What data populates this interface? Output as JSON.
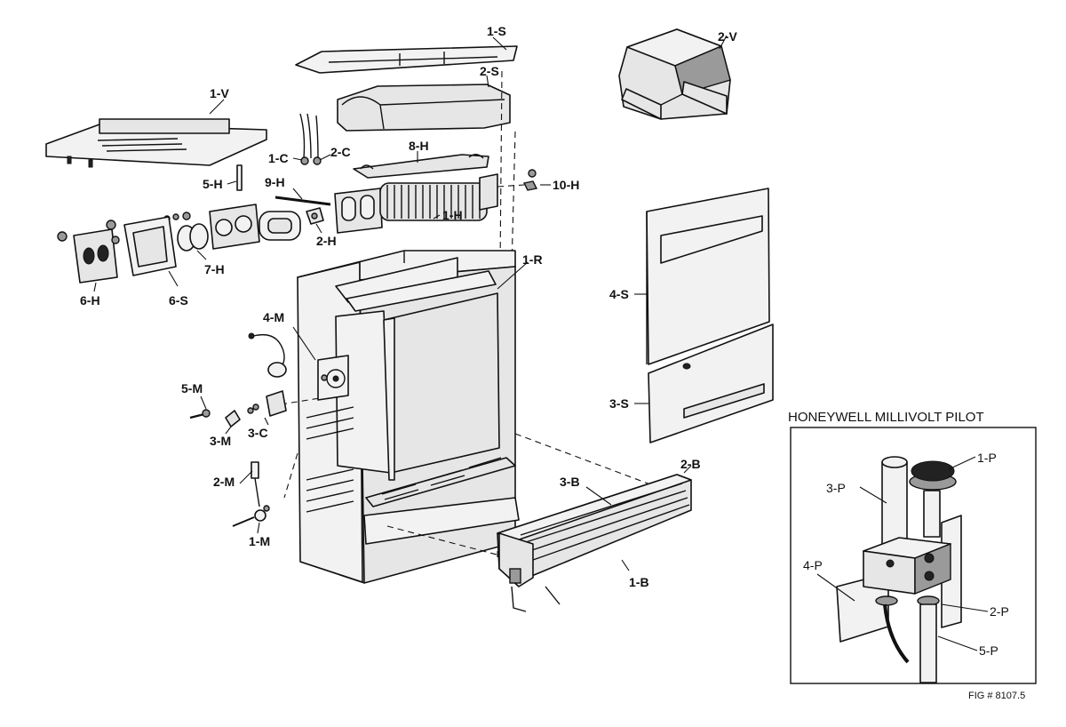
{
  "callouts": {
    "1-S": "1-S",
    "2-S": "2-S",
    "2-V": "2-V",
    "1-V": "1-V",
    "1-C": "1-C",
    "2-C": "2-C",
    "8-H": "8-H",
    "5-H": "5-H",
    "9-H": "9-H",
    "10-H": "10-H",
    "1-H": "1-H",
    "2-H": "2-H",
    "6-H": "6-H",
    "6-S": "6-S",
    "7-H": "7-H",
    "1-R": "1-R",
    "4-S": "4-S",
    "3-S": "3-S",
    "4-M": "4-M",
    "5-M": "5-M",
    "3-M": "3-M",
    "3-C": "3-C",
    "2-M": "2-M",
    "1-M": "1-M",
    "3-B": "3-B",
    "2-B": "2-B",
    "1-B": "1-B"
  },
  "pilot_inset": {
    "title": "HONEYWELL MILLIVOLT PILOT",
    "callouts": {
      "1-P": "1-P",
      "2-P": "2-P",
      "3-P": "3-P",
      "4-P": "4-P",
      "5-P": "5-P"
    }
  },
  "figure_number": "FIG # 8107.5"
}
